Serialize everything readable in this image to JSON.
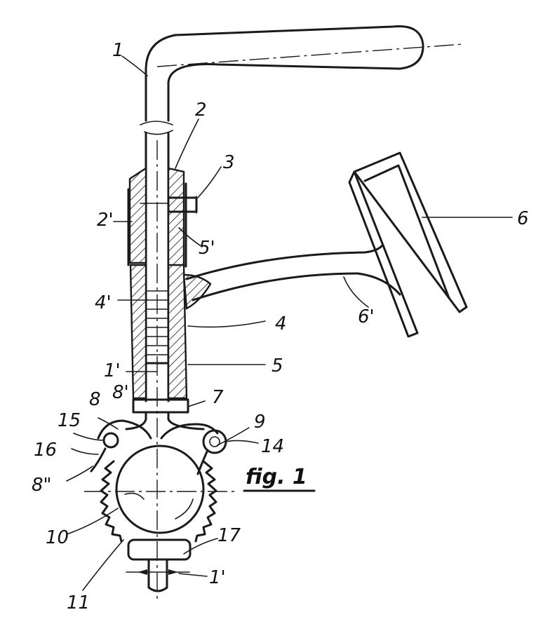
{
  "figure": {
    "caption": "fig. 1",
    "labels": [
      {
        "id": "label-1-top",
        "text": "1"
      },
      {
        "id": "label-2",
        "text": "2"
      },
      {
        "id": "label-3",
        "text": "3"
      },
      {
        "id": "label-2-prime",
        "text": "2'"
      },
      {
        "id": "label-5-prime",
        "text": "5'"
      },
      {
        "id": "label-6",
        "text": "6"
      },
      {
        "id": "label-4-prime",
        "text": "4'"
      },
      {
        "id": "label-4",
        "text": "4"
      },
      {
        "id": "label-6-prime",
        "text": "6'"
      },
      {
        "id": "label-1-prime-mid",
        "text": "1'"
      },
      {
        "id": "label-5",
        "text": "5"
      },
      {
        "id": "label-8-prime",
        "text": "8'"
      },
      {
        "id": "label-7",
        "text": "7"
      },
      {
        "id": "label-8",
        "text": "8"
      },
      {
        "id": "label-9",
        "text": "9"
      },
      {
        "id": "label-15",
        "text": "15"
      },
      {
        "id": "label-16",
        "text": "16"
      },
      {
        "id": "label-14",
        "text": "14"
      },
      {
        "id": "label-8-double-prime",
        "text": "8\""
      },
      {
        "id": "label-10",
        "text": "10"
      },
      {
        "id": "label-17",
        "text": "17"
      },
      {
        "id": "label-1-prime-bottom",
        "text": "1'"
      },
      {
        "id": "label-11",
        "text": "11"
      }
    ]
  }
}
